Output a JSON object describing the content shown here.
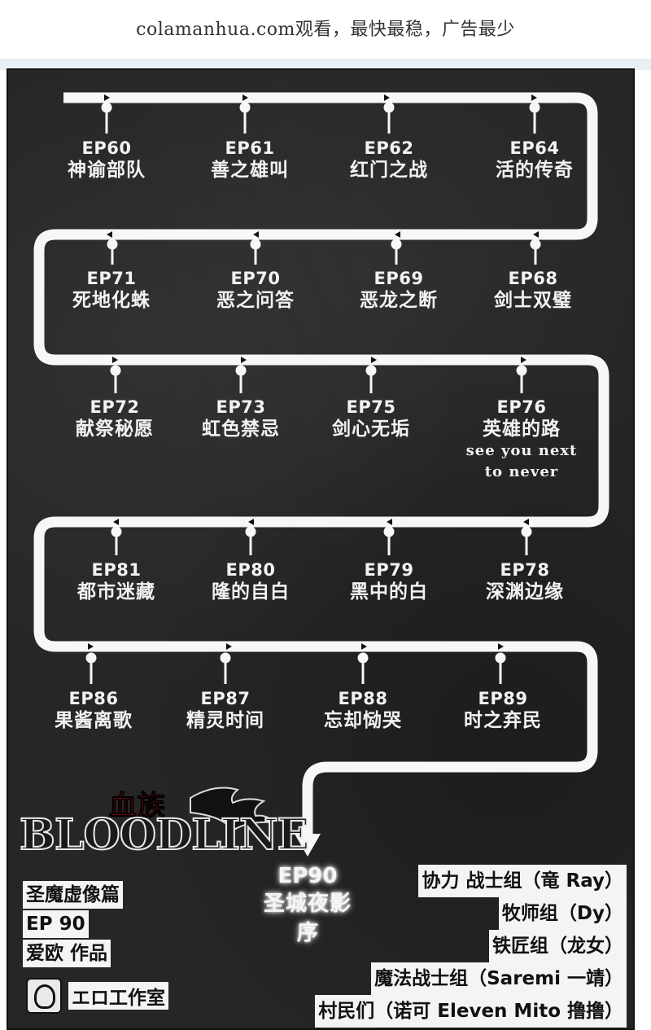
{
  "header": {
    "site_text": "colamanhua.com观看，最快最稳，广告最少"
  },
  "episodes": [
    {
      "num": "EP60",
      "title": "神谕部队"
    },
    {
      "num": "EP61",
      "title": "善之雄叫"
    },
    {
      "num": "EP62",
      "title": "红门之战"
    },
    {
      "num": "EP64",
      "title": "活的传奇"
    },
    {
      "num": "EP71",
      "title": "死地化蛛"
    },
    {
      "num": "EP70",
      "title": "恶之问答"
    },
    {
      "num": "EP69",
      "title": "恶龙之断"
    },
    {
      "num": "EP68",
      "title": "剑士双璧"
    },
    {
      "num": "EP72",
      "title": "献祭秘愿"
    },
    {
      "num": "EP73",
      "title": "虹色禁忌"
    },
    {
      "num": "EP75",
      "title": "剑心无垢"
    },
    {
      "num": "EP76",
      "title": "英雄的路",
      "sub1": "see you next",
      "sub2": "to never"
    },
    {
      "num": "EP81",
      "title": "都市迷藏"
    },
    {
      "num": "EP80",
      "title": "隆的自白"
    },
    {
      "num": "EP79",
      "title": "黑中的白"
    },
    {
      "num": "EP78",
      "title": "深渊边缘"
    },
    {
      "num": "EP86",
      "title": "果酱离歌"
    },
    {
      "num": "EP87",
      "title": "精灵时间"
    },
    {
      "num": "EP88",
      "title": "忘却恸哭"
    },
    {
      "num": "EP89",
      "title": "时之弃民"
    }
  ],
  "final_episode": {
    "num": "EP90",
    "title": "圣城夜影",
    "sub": "序"
  },
  "logo": {
    "cn": "血族",
    "en": "BLOODLINE"
  },
  "info": {
    "arc": "圣魔虚像篇",
    "episode": "EP 90",
    "author": "爱欧 作品",
    "studio": "エロ工作室"
  },
  "credits": [
    "协力 战士组（竜 Ray）",
    "牧师组（Dy）",
    "铁匠组（龙女）",
    "魔法战士组（Saremi 一靖）",
    "村民们（诺可 Eleven Mito 撸撸）"
  ],
  "colors": {
    "panel": "#262626",
    "track": "#f7f7f7",
    "logo_red": "#c0151b"
  }
}
